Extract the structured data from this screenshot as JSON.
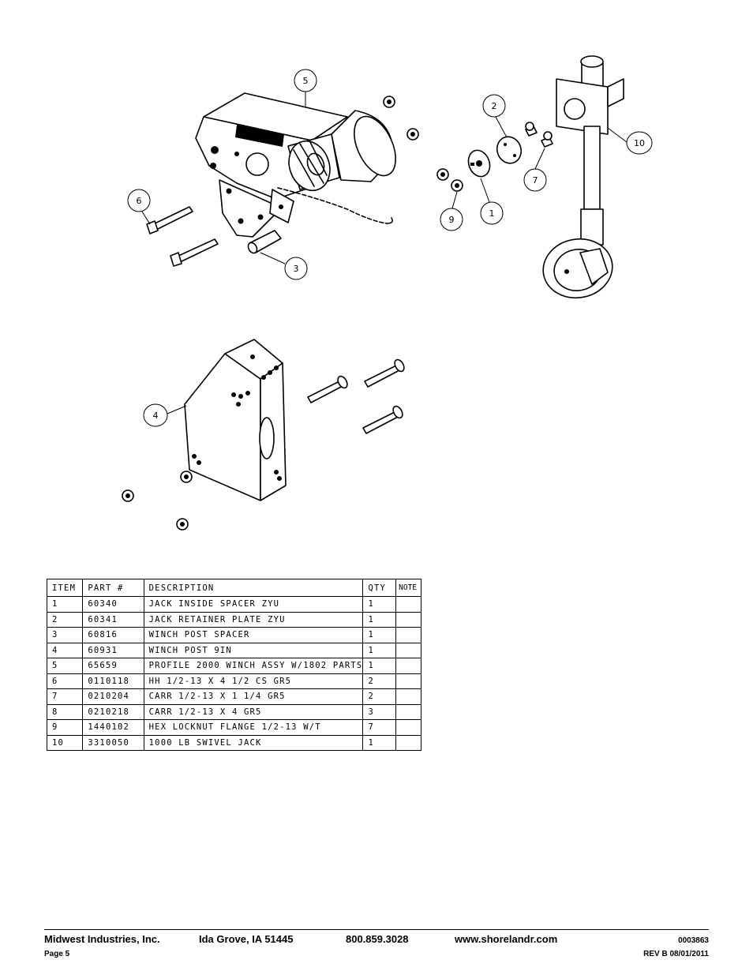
{
  "callouts": {
    "c1": "1",
    "c2": "2",
    "c3": "3",
    "c4": "4",
    "c5": "5",
    "c6": "6",
    "c7": "7",
    "c9": "9",
    "c10": "10"
  },
  "table": {
    "headers": [
      "ITEM",
      "PART #",
      "DESCRIPTION",
      "QTY",
      "NOTE"
    ],
    "rows": [
      [
        "1",
        "60340",
        "JACK INSIDE SPACER ZYU",
        "1",
        ""
      ],
      [
        "2",
        "60341",
        "JACK RETAINER PLATE ZYU",
        "1",
        ""
      ],
      [
        "3",
        "60816",
        "WINCH POST SPACER",
        "1",
        ""
      ],
      [
        "4",
        "60931",
        "WINCH POST 9IN",
        "1",
        ""
      ],
      [
        "5",
        "65659",
        "PROFILE 2000 WINCH ASSY W/1802 PARTS",
        "1",
        ""
      ],
      [
        "6",
        "0110118",
        "HH 1/2-13 X 4 1/2 CS GR5",
        "2",
        ""
      ],
      [
        "7",
        "0210204",
        "CARR 1/2-13 X 1 1/4 GR5",
        "2",
        ""
      ],
      [
        "8",
        "0210218",
        "CARR 1/2-13 X 4 GR5",
        "3",
        ""
      ],
      [
        "9",
        "1440102",
        "HEX LOCKNUT FLANGE 1/2-13 W/T",
        "7",
        ""
      ],
      [
        "10",
        "3310050",
        "1000 LB SWIVEL JACK",
        "1",
        ""
      ]
    ]
  },
  "footer": {
    "company": "Midwest Industries, Inc.",
    "city": "Ida Grove, IA  51445",
    "phone": "800.859.3028",
    "website": "www.shorelandr.com",
    "doc_number": "0003863",
    "page": "Page 5",
    "revision": "REV B  08/01/2011"
  }
}
